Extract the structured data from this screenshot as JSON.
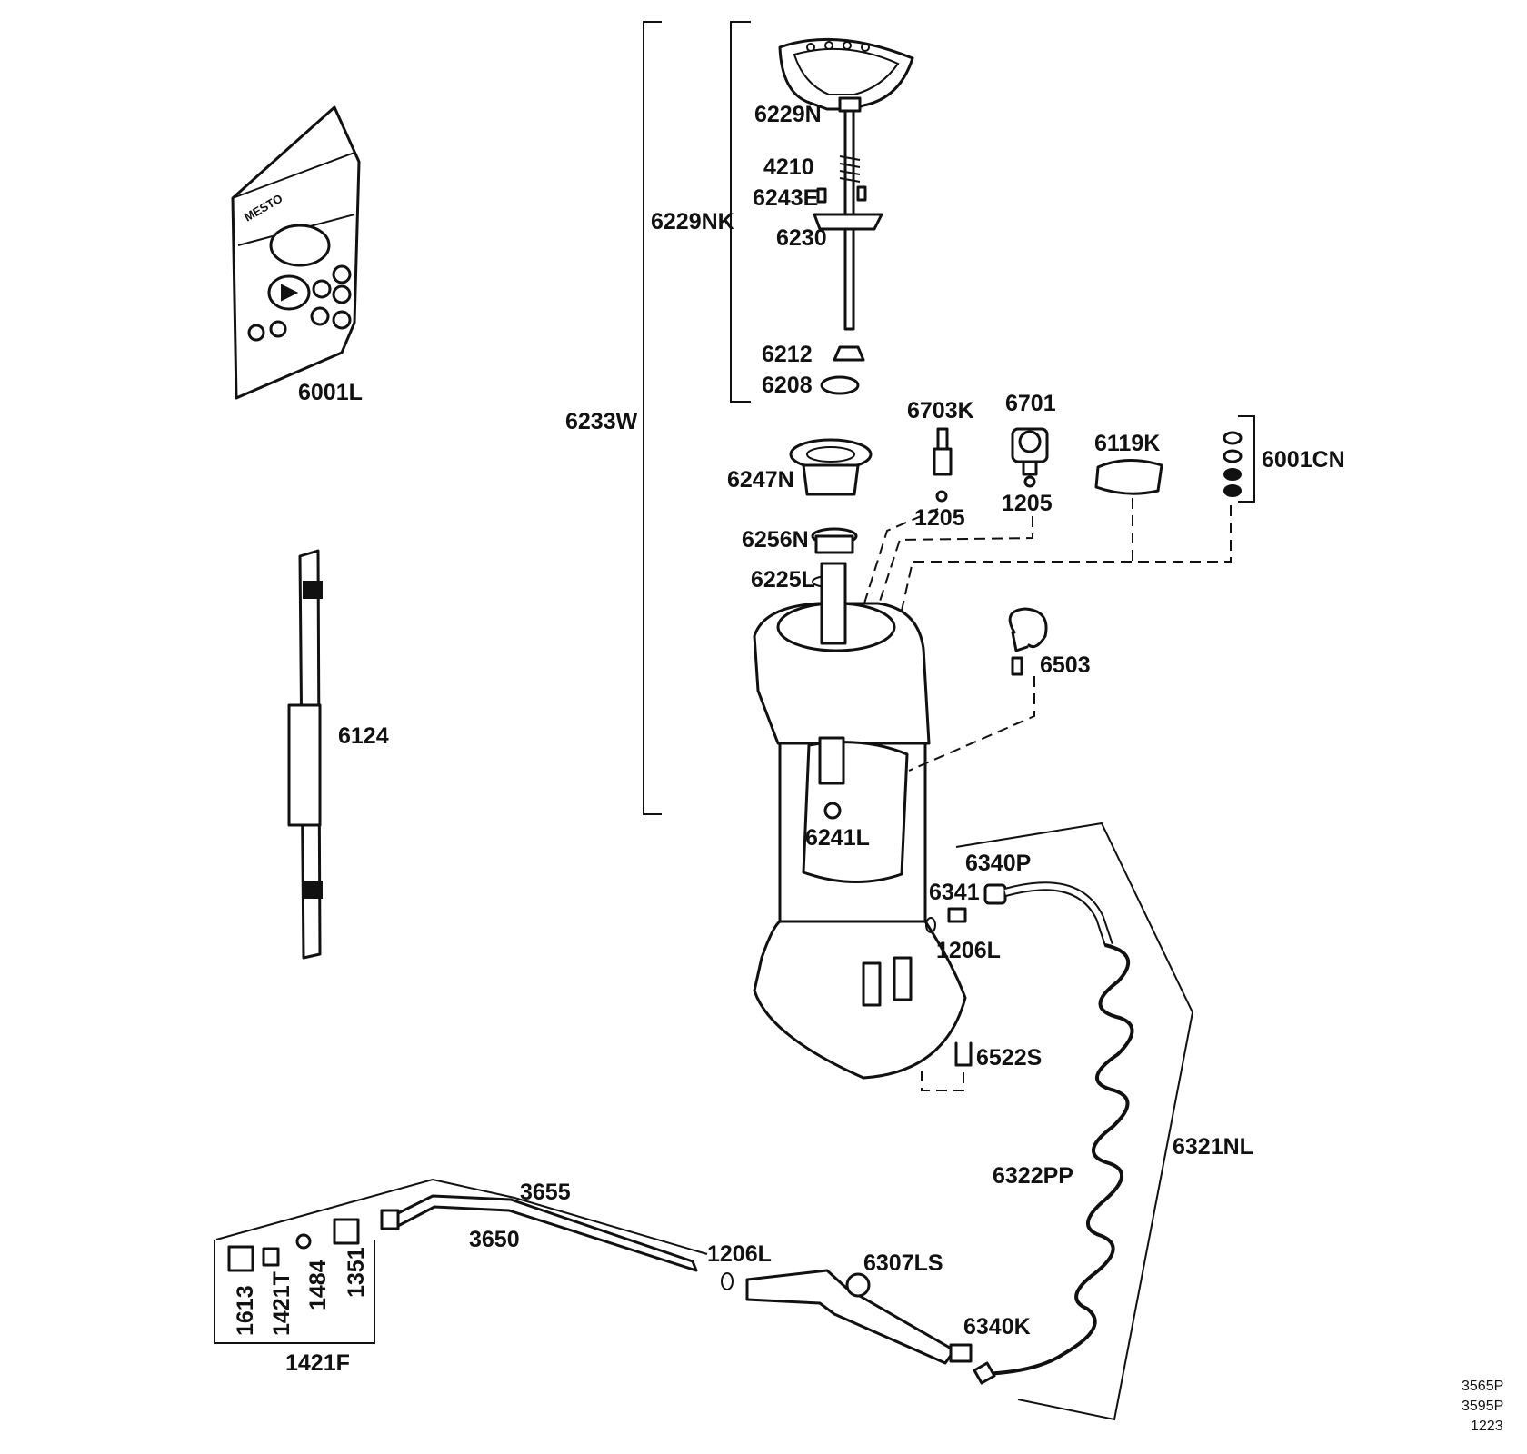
{
  "brand": "MESTO",
  "labels": {
    "p6229N": "6229N",
    "p4210": "4210",
    "p6243E": "6243E",
    "p6230": "6230",
    "p6229NK": "6229NK",
    "p6212": "6212",
    "p6208": "6208",
    "p6233W": "6233W",
    "p6001L": "6001L",
    "p6703K": "6703K",
    "p6701": "6701",
    "p6247N": "6247N",
    "p6119K": "6119K",
    "p6001CN": "6001CN",
    "p1205a": "1205",
    "p1205b": "1205",
    "p6256N": "6256N",
    "p6225L": "6225L",
    "p6503": "6503",
    "p6124": "6124",
    "p6241L": "6241L",
    "p6340P": "6340P",
    "p6341": "6341",
    "p1206La": "1206L",
    "p6522S": "6522S",
    "p6321NL": "6321NL",
    "p6322PP": "6322PP",
    "p3655": "3655",
    "p3650": "3650",
    "p1206Lb": "1206L",
    "p6307LS": "6307LS",
    "p6340K": "6340K",
    "p1613": "1613",
    "p1421T": "1421T",
    "p1484": "1484",
    "p1351": "1351",
    "p1421F": "1421F"
  },
  "footer": {
    "code1": "3565P",
    "code2": "3595P",
    "code3": "1223"
  }
}
